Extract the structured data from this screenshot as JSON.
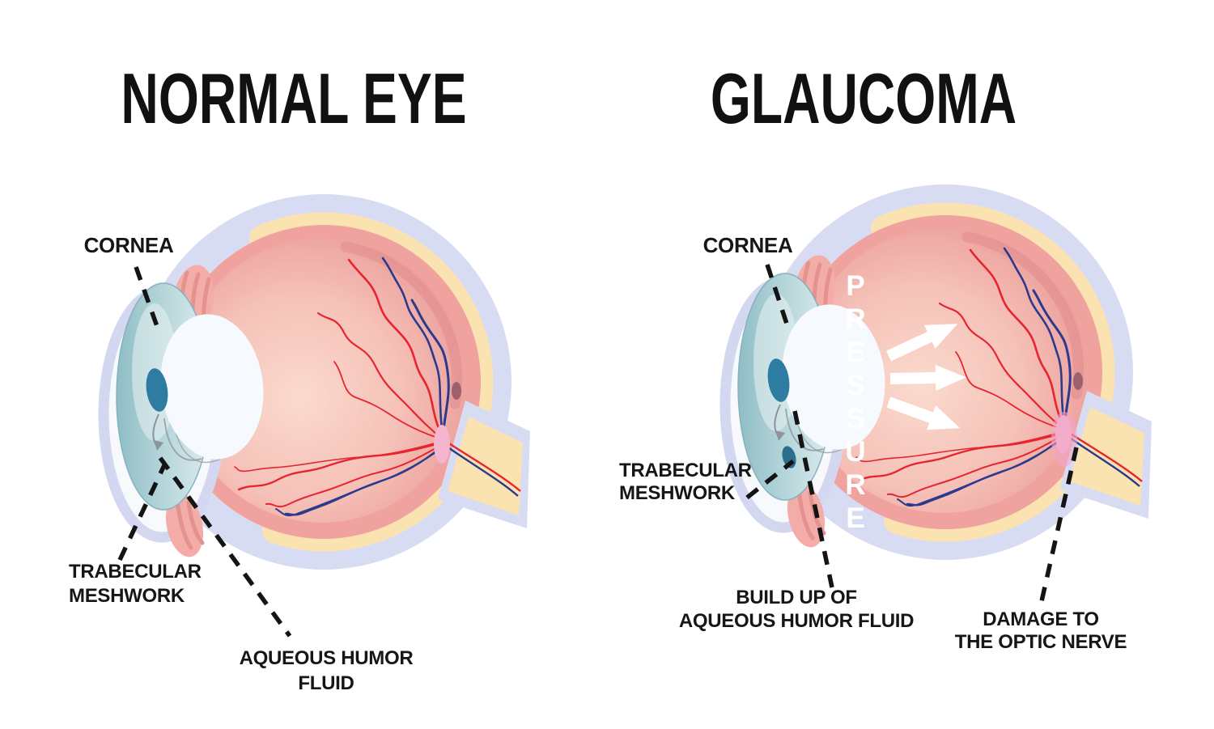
{
  "page": {
    "background_color": "#ffffff"
  },
  "normal_eye": {
    "title": "NORMAL EYE",
    "labels": {
      "cornea": "CORNEA",
      "trabecular_meshwork": "TRABECULAR\nMESHWORK",
      "aqueous_humor_fluid": "AQUEOUS HUMOR\nFLUID"
    }
  },
  "glaucoma_eye": {
    "title": "GLAUCOMA",
    "pressure_label": "PRESSURE",
    "labels": {
      "cornea": "CORNEA",
      "trabecular_meshwork": "TRABECULAR\nMESHWORK",
      "aqueous_buildup": "BUILD UP OF\nAQUEOUS HUMOR FLUID",
      "optic_nerve_damage": "DAMAGE TO\nTHE OPTIC NERVE"
    }
  },
  "colors": {
    "sclera_outer_lavender": "#d8dcf3",
    "choroid_cream": "#fbe2b1",
    "retina_pink": "#f0a29e",
    "vitreous_center": "#fbdacd",
    "vitreous_edge": "#e8908e",
    "cornea_teal": "#8fbdc6",
    "iris_teal": "#2e7ca2",
    "lens_white": "#f6f9fd",
    "artery_red": "#e7242f",
    "vein_blue": "#2c3a8e",
    "optic_disc_pink": "#f5b5cf",
    "fovea_dark": "#9d616c",
    "trabecular_block_teal": "#2b6e8e",
    "pointer_line": "#141414",
    "label_text": "#161616",
    "pressure_text_and_arrows": "#ffffff"
  }
}
